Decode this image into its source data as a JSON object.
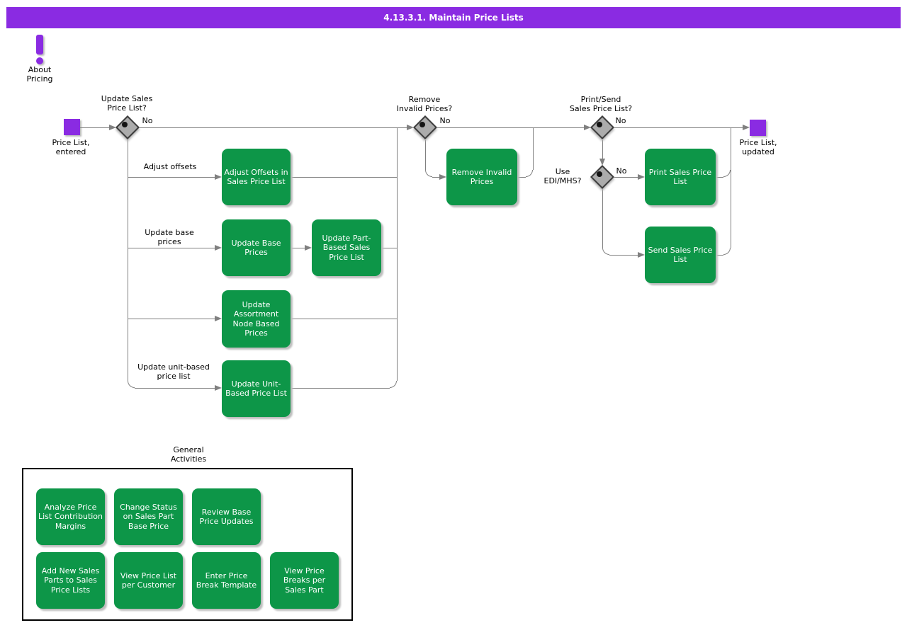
{
  "title": "4.13.3.1. Maintain Price Lists",
  "about": {
    "label": "About\nPricing"
  },
  "start": {
    "label": "Price List,\nentered"
  },
  "end": {
    "label": "Price List,\nupdated"
  },
  "decisions": {
    "update_sales_price_list": {
      "question": "Update Sales\nPrice List?",
      "no_label": "No"
    },
    "remove_invalid_prices": {
      "question": "Remove\nInvalid Prices?",
      "no_label": "No"
    },
    "print_send_sales_price_list": {
      "question": "Print/Send\nSales Price List?",
      "no_label": "No"
    },
    "use_edi_mhs": {
      "question": "Use\nEDI/MHS?",
      "no_label": "No"
    }
  },
  "branch_labels": {
    "adjust_offsets": "Adjust offsets",
    "update_base_prices": "Update base\nprices",
    "update_unit_based": "Update unit-based\nprice list"
  },
  "activities": {
    "adjust_offsets": "Adjust Offsets in\nSales Price List",
    "update_base_prices": "Update Base\nPrices",
    "update_part_based": "Update Part-\nBased Sales\nPrice List",
    "update_assortment": "Update\nAssortment\nNode Based\nPrices",
    "update_unit_based": "Update Unit-\nBased Price List",
    "remove_invalid": "Remove Invalid\nPrices",
    "print_sales": "Print Sales Price\nList",
    "send_sales": "Send Sales Price\nList"
  },
  "general_activities": {
    "label": "General\nActivities",
    "items": [
      "Analyze Price\nList Contribution\nMargins",
      "Change Status\non Sales Part\nBase Price",
      "Review Base\nPrice Updates",
      "Add New Sales\nParts to Sales\nPrice Lists",
      "View Price List\nper Customer",
      "Enter Price\nBreak Template",
      "View Price\nBreaks per\nSales Part"
    ]
  },
  "colors": {
    "purple": "#8A2BE2",
    "green": "#0D9648",
    "line": "#808080"
  }
}
